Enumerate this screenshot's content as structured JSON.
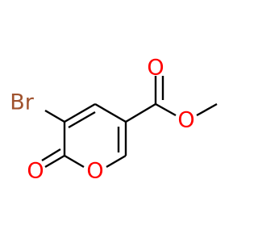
{
  "molecule": {
    "atoms": {
      "bromine": {
        "label": "Br",
        "color": "#a0522d"
      },
      "carbonyl_oxygen": {
        "label": "O",
        "color": "#ff0000"
      },
      "ring_oxygen": {
        "label": "O",
        "color": "#ff0000"
      },
      "ester_carbonyl_oxygen": {
        "label": "O",
        "color": "#ff0000"
      },
      "ester_ether_oxygen": {
        "label": "O",
        "color": "#ff0000"
      }
    },
    "bond_color": "#000000"
  }
}
